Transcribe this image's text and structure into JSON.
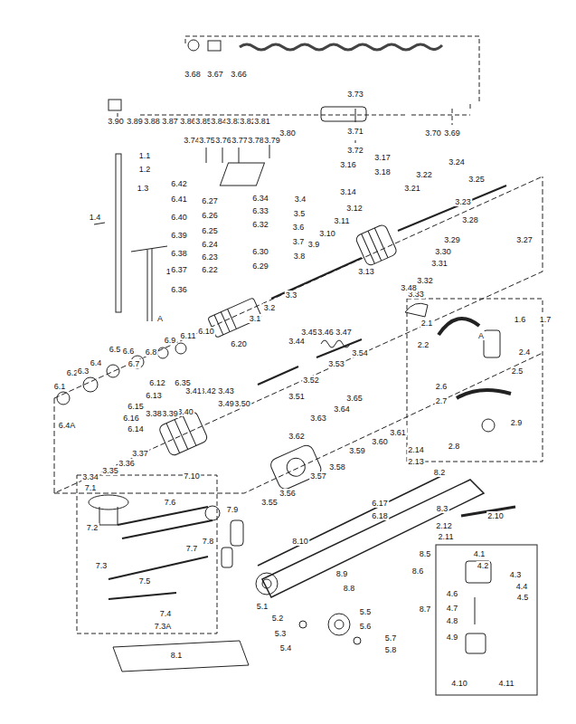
{
  "diagram": {
    "labels": [
      "3.68",
      "3.67",
      "3.66",
      "3.73",
      "3.90",
      "3.89",
      "3.88",
      "3.87",
      "3.86",
      "3.85",
      "3.84",
      "3.83",
      "3.82",
      "3.81",
      "3.80",
      "3.71",
      "3.70",
      "3.69",
      "3.74",
      "3.75",
      "3.76",
      "3.77",
      "3.78",
      "3.79",
      "3.72",
      "1.1",
      "1.2",
      "1.3",
      "1.4",
      "1.5",
      "A",
      "3.17",
      "3.18",
      "3.16",
      "3.24",
      "3.22",
      "3.14",
      "3.21",
      "3.25",
      "3.23",
      "3.28",
      "3.27",
      "3.29",
      "3.30",
      "3.31",
      "3.32",
      "3.33",
      "3.12",
      "3.11",
      "3.10",
      "3.13",
      "3.9",
      "3.8",
      "3.7",
      "3.6",
      "3.5",
      "3.4",
      "3.3",
      "3.2",
      "3.1",
      "6.34",
      "6.33",
      "6.32",
      "6.30",
      "6.29",
      "6.27",
      "6.26",
      "6.25",
      "6.24",
      "6.23",
      "6.22",
      "6.42",
      "6.41",
      "6.40",
      "6.39",
      "6.38",
      "6.37",
      "6.36",
      "6.20",
      "3.48",
      "3.44",
      "3.45",
      "3.46",
      "3.47",
      "3.54",
      "3.53",
      "3.52",
      "3.51",
      "3.50",
      "3.49",
      "3.43",
      "3.42",
      "3.41",
      "3.40",
      "3.39",
      "3.38",
      "3.37",
      "3.36",
      "3.35",
      "3.34",
      "3.65",
      "3.64",
      "3.63",
      "3.62",
      "3.61",
      "3.60",
      "3.59",
      "3.58",
      "3.57",
      "3.56",
      "3.55",
      "6.1",
      "6.2",
      "6.3",
      "6.4",
      "6.4A",
      "6.5",
      "6.6",
      "6.7",
      "6.8",
      "6.9",
      "6.11",
      "6.10",
      "6.12",
      "6.13",
      "6.35",
      "6.15",
      "6.16",
      "6.14",
      "6.17",
      "6.18",
      "2.1",
      "2.2",
      "1.6",
      "1.7",
      "A",
      "2.4",
      "2.5",
      "2.6",
      "2.7",
      "2.8",
      "2.9",
      "2.14",
      "2.13",
      "8.2",
      "8.3",
      "2.12",
      "2.11",
      "2.10",
      "7.10",
      "7.1",
      "7.2",
      "7.6",
      "7.9",
      "7.5",
      "7.3",
      "7.7",
      "7.8",
      "7.4",
      "7.3A",
      "8.1",
      "8.10",
      "8.9",
      "8.8",
      "8.7",
      "8.6",
      "8.5",
      "5.1",
      "5.2",
      "5.3",
      "5.4",
      "5.5",
      "5.6",
      "5.7",
      "5.8",
      "4.1",
      "4.2",
      "4.3",
      "4.4",
      "4.5",
      "4.6",
      "4.7",
      "4.8",
      "4.9",
      "4.10",
      "4.11"
    ]
  }
}
